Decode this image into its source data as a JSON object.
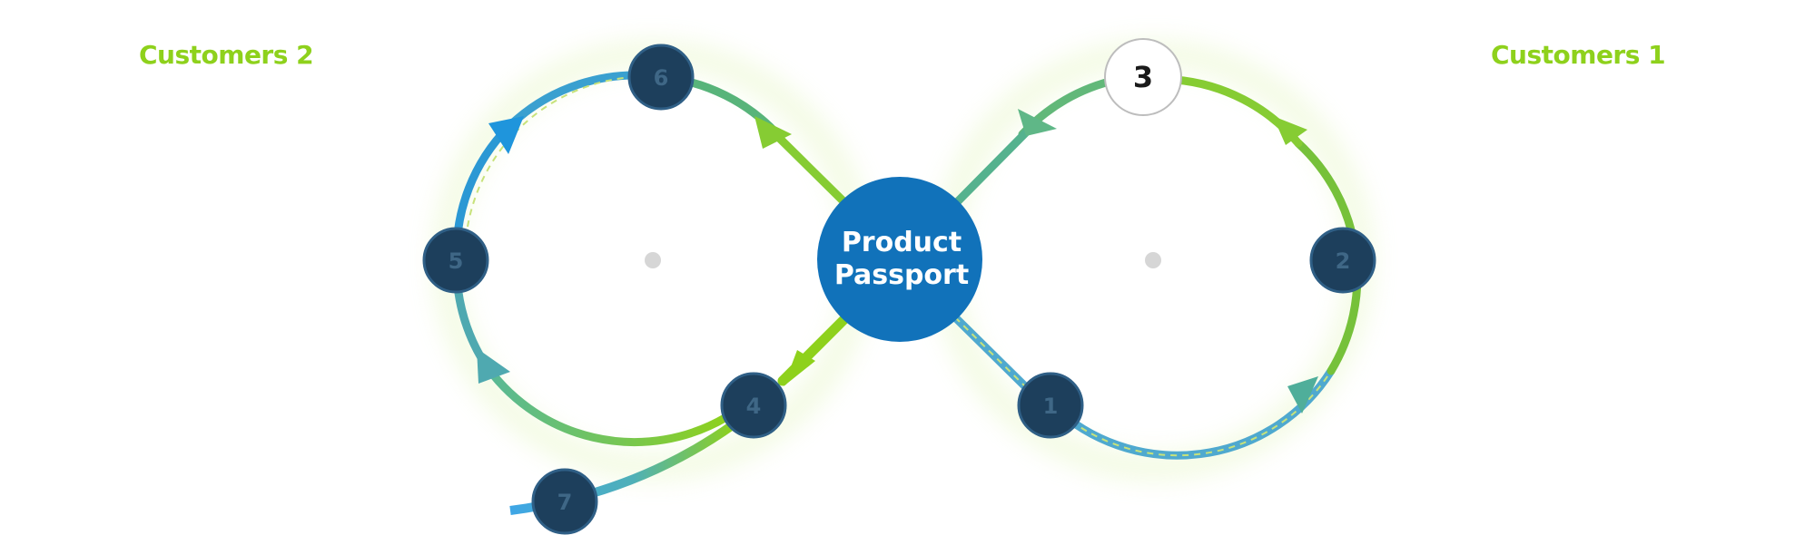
{
  "labels": {
    "left": "Customers 2",
    "right": "Customers 1"
  },
  "hub": {
    "line1": "Product",
    "line2": "Passport",
    "color": "#1172ba"
  },
  "colors": {
    "green": "#8ed11c",
    "teal": "#4fae9a",
    "blue": "#1f95dc",
    "node_fill": "#1d3f5c",
    "node_text": "#3f6786",
    "node_highlight_fill": "#ffffff",
    "node_highlight_text": "#1a1a1a",
    "center_dot": "#d6d6d6"
  },
  "steps": [
    {
      "number": "1",
      "highlighted": false
    },
    {
      "number": "2",
      "highlighted": false
    },
    {
      "number": "3",
      "highlighted": true
    },
    {
      "number": "4",
      "highlighted": false
    },
    {
      "number": "5",
      "highlighted": false
    },
    {
      "number": "6",
      "highlighted": false
    },
    {
      "number": "7",
      "highlighted": false
    }
  ]
}
